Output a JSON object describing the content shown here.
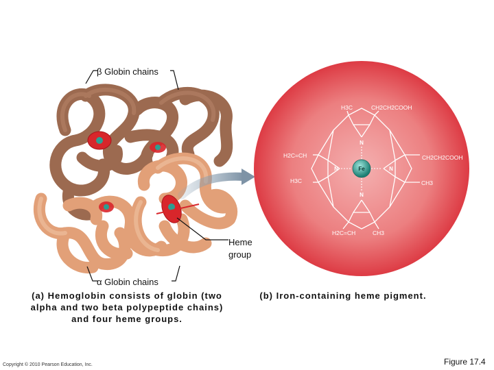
{
  "labels": {
    "beta_chains": "β Globin chains",
    "alpha_chains": "α Globin chains",
    "heme_group_line1": "Heme",
    "heme_group_line2": "group"
  },
  "captions": {
    "a": "(a) Hemoglobin consists of globin (two alpha and two beta polypeptide chains) and four heme groups.",
    "b": "(b) Iron-containing heme pigment."
  },
  "heme_structure": {
    "center_atom": "Fe",
    "nitrogen": "N",
    "substituents": {
      "top_left": "H3C",
      "top_right": "CH2CH2COOH",
      "left_top": "H2C=CH",
      "right": "CH2CH2COOH",
      "left_bottom": "H3C",
      "right_bottom": "CH3",
      "bottom_left": "H2C=CH",
      "bottom_right": "CH3"
    }
  },
  "footer": {
    "copyright": "Copyright © 2010 Pearson Education, Inc.",
    "figure_number": "Figure 17.4"
  },
  "colors": {
    "beta_chain": "#9c6a50",
    "alpha_chain": "#e2a078",
    "heme_red": "#d8262b",
    "iron_teal": "#2e9e92",
    "circle_center": "#f2a3a3",
    "circle_edge": "#e0424a"
  }
}
